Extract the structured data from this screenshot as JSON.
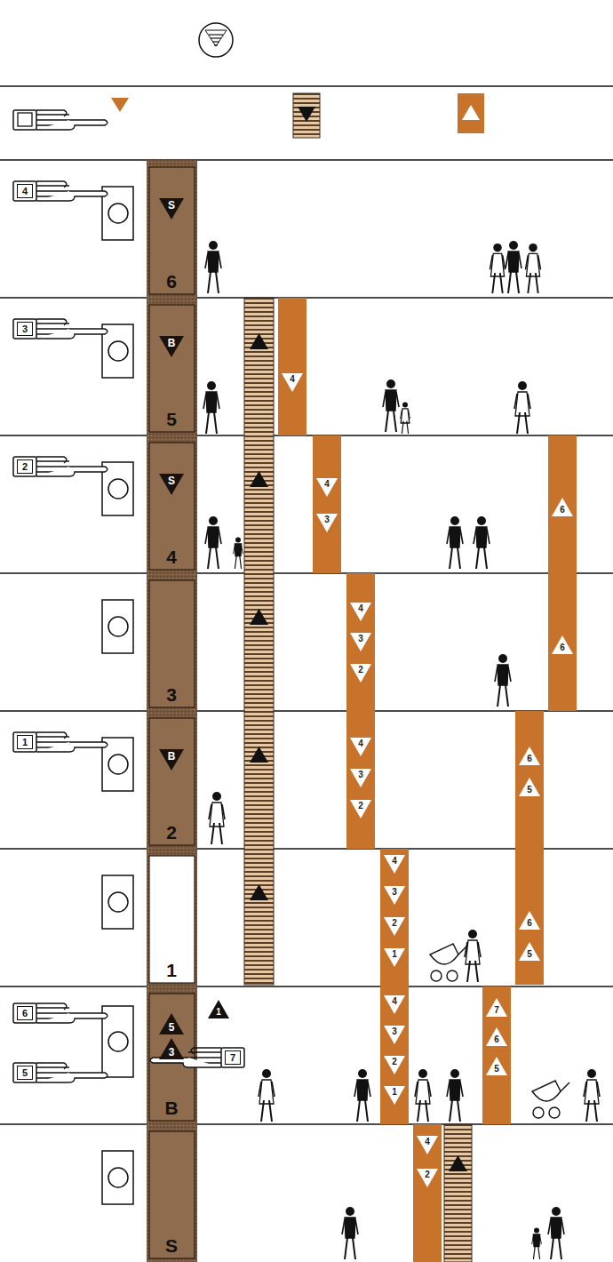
{
  "diagram": {
    "labels": [
      "4",
      "S",
      "6",
      "3",
      "B",
      "5",
      "4",
      "2",
      "S",
      "4",
      "4",
      "3",
      "6",
      "3",
      "4",
      "3",
      "2",
      "6",
      "1",
      "B",
      "2",
      "4",
      "3",
      "2",
      "6",
      "5",
      "1",
      "4",
      "3",
      "2",
      "1",
      "6",
      "5",
      "6",
      "5",
      "5",
      "3",
      "1",
      "7",
      "B",
      "4",
      "3",
      "2",
      "1",
      "7",
      "6",
      "5",
      "S",
      "4",
      "2"
    ]
  }
}
